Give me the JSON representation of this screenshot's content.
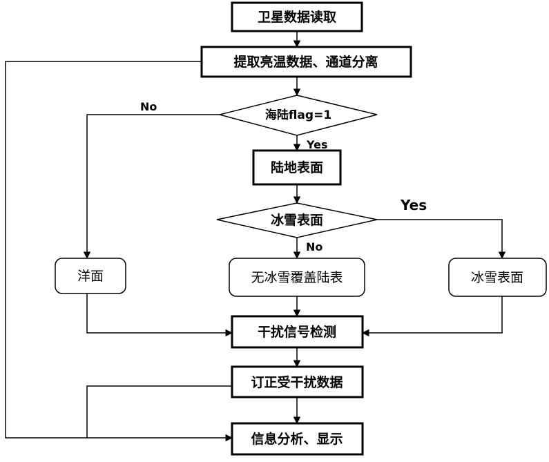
{
  "nodes": {
    "satellite_read": "卫星数据读取",
    "extract_bt": "提取亮温数据、通道分离",
    "sea_land_flag": "海陆flag=1",
    "land_surface": "陆地表面",
    "ice_snow_check": "冰雪表面",
    "ocean": "洋面",
    "no_ice_snow_land": "无冰雪覆盖陆表",
    "ice_snow_surface": "冰雪表面",
    "interference_detect": "干扰信号检测",
    "correct_data": "订正受干扰数据",
    "info_display": "信息分析、显示"
  },
  "edge_labels": {
    "flag_no": "No",
    "flag_yes": "Yes",
    "ice_yes": "Yes",
    "ice_no": "No"
  }
}
